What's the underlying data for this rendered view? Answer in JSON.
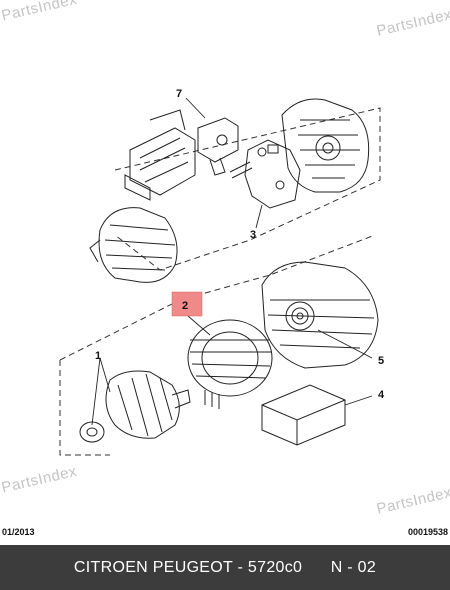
{
  "watermark": "PartsIndex",
  "date": "01/2013",
  "reference": "00019538",
  "footer": "CITROEN PEUGEOT - 5720c0      N - 02",
  "colors": {
    "highlight": "#f08a8a",
    "footer_bg": "#3c3c3c"
  },
  "callouts": [
    "1",
    "2",
    "3",
    "4",
    "5",
    "7"
  ]
}
